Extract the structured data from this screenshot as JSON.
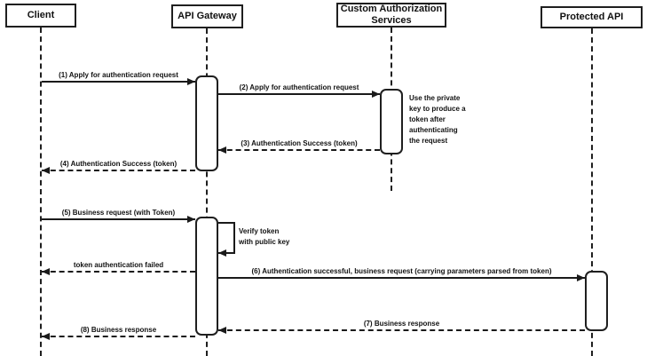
{
  "diagram": {
    "type": "uml-sequence-diagram",
    "colors": {
      "stroke": "#1f1f1f",
      "fill": "#ffffff",
      "text": "#111111",
      "background": "#ffffff"
    },
    "actors": [
      {
        "name": "Client"
      },
      {
        "name": "API Gateway"
      },
      {
        "name": "Custom Authorization Services"
      },
      {
        "name": "Protected API"
      }
    ],
    "messages": [
      {
        "seq": "1",
        "label": "(1) Apply for authentication request",
        "from": "Client",
        "to": "API Gateway",
        "style": "solid"
      },
      {
        "seq": "2",
        "label": "(2) Apply for authentication request",
        "from": "API Gateway",
        "to": "Custom Authorization Services",
        "style": "solid"
      },
      {
        "seq": "3",
        "label": "(3) Authentication Success (token)",
        "from": "Custom Authorization Services",
        "to": "API Gateway",
        "style": "dashed"
      },
      {
        "seq": "4",
        "label": "(4) Authentication Success (token)",
        "from": "API Gateway",
        "to": "Client",
        "style": "dashed"
      },
      {
        "seq": "5",
        "label": "(5) Business request (with Token)",
        "from": "Client",
        "to": "API Gateway",
        "style": "solid"
      },
      {
        "seq": "",
        "label": "Verify token\nwith public key",
        "from": "API Gateway",
        "to": "API Gateway",
        "style": "self"
      },
      {
        "seq": "",
        "label": "token authentication failed",
        "from": "API Gateway",
        "to": "Client",
        "style": "dashed"
      },
      {
        "seq": "6",
        "label": "(6) Authentication successful, business request (carrying parameters parsed from token)",
        "from": "API Gateway",
        "to": "Protected API",
        "style": "solid"
      },
      {
        "seq": "7",
        "label": "(7) Business response",
        "from": "Protected API",
        "to": "API Gateway",
        "style": "dashed"
      },
      {
        "seq": "8",
        "label": "(8) Business response",
        "from": "API Gateway",
        "to": "Client",
        "style": "dashed"
      }
    ],
    "note": "Use the private\nkey to produce a\ntoken after\nauthenticating\nthe request"
  }
}
